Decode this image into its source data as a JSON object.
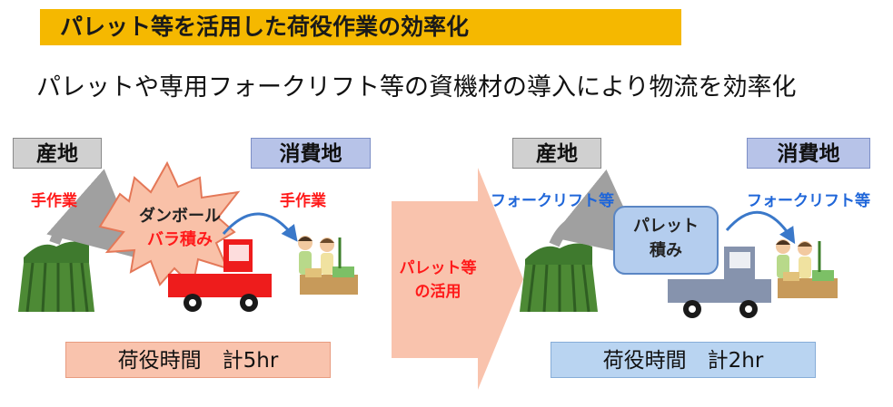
{
  "title": "パレット等を活用した荷役作業の効率化",
  "subtitle": "パレットや専用フォークリフト等の資機材の導入により物流を効率化",
  "before": {
    "origin_label": "産地",
    "destination_label": "消費地",
    "load_label": "手作業",
    "unload_label": "手作業",
    "cargo_line1": "ダンボール",
    "cargo_line2": "バラ積み",
    "time_label": "荷役時間　計5hr"
  },
  "middle_arrow": {
    "line1": "パレット等",
    "line2": "の活用"
  },
  "after": {
    "origin_label": "産地",
    "destination_label": "消費地",
    "load_label": "フォークリフト等",
    "unload_label": "フォークリフト等",
    "cargo_line1": "パレット",
    "cargo_line2": "積み",
    "time_label": "荷役時間　計2hr"
  },
  "colors": {
    "title_bg": "#f5b800",
    "origin_box": "#d0d0d0",
    "destination_box": "#b7c3e8",
    "before_truck": "#ee1c1c",
    "after_truck": "#8693ad",
    "starburst": "#f9c1a8",
    "pallet_box": "#b4cdee",
    "middle_arrow": "#f9c3ad",
    "before_time_box": "#f9c3ad",
    "after_time_box": "#b9d4f1",
    "before_labels": "#ff1a1a",
    "after_labels": "#1f66d9"
  },
  "icons": [
    "farm-field-icon",
    "curved-arrow-icon",
    "starburst-icon",
    "truck-icon",
    "people-with-produce-icon",
    "big-right-arrow-icon"
  ]
}
